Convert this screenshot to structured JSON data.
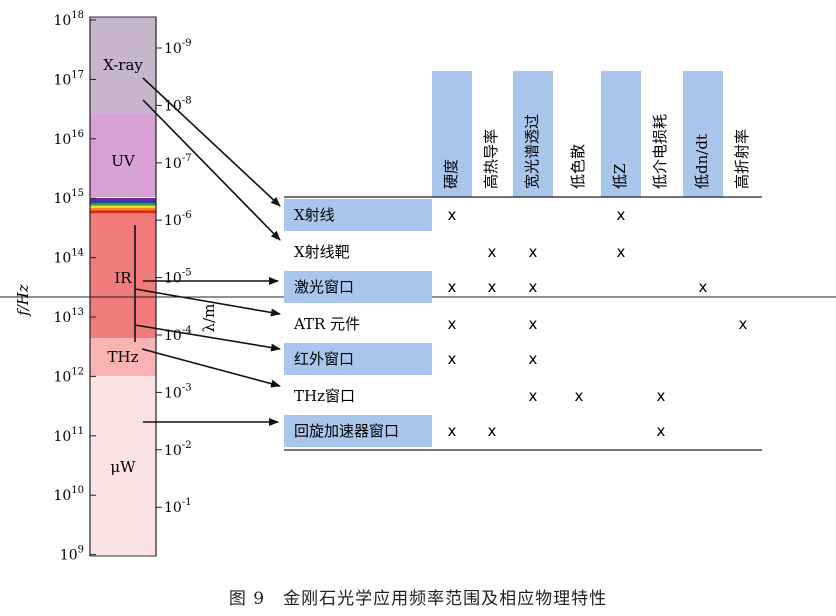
{
  "figure": {
    "caption": "图 9　金刚石光学应用频率范围及相应物理特性",
    "freq_axis_label": "f/Hz",
    "wavelength_axis_label": "λ/m"
  },
  "freq_ticks": [
    {
      "base": "10",
      "exp": "18"
    },
    {
      "base": "10",
      "exp": "17"
    },
    {
      "base": "10",
      "exp": "16"
    },
    {
      "base": "10",
      "exp": "15"
    },
    {
      "base": "10",
      "exp": "14"
    },
    {
      "base": "10",
      "exp": "13"
    },
    {
      "base": "10",
      "exp": "12"
    },
    {
      "base": "10",
      "exp": "11"
    },
    {
      "base": "10",
      "exp": "10"
    },
    {
      "base": "10",
      "exp": "9"
    }
  ],
  "wavelength_ticks": [
    {
      "base": "10",
      "exp": "-9"
    },
    {
      "base": "10",
      "exp": "-8"
    },
    {
      "base": "10",
      "exp": "-7"
    },
    {
      "base": "10",
      "exp": "-6"
    },
    {
      "base": "10",
      "exp": "-5"
    },
    {
      "base": "10",
      "exp": "-4"
    },
    {
      "base": "10",
      "exp": "-3"
    },
    {
      "base": "10",
      "exp": "-2"
    },
    {
      "base": "10",
      "exp": "-1"
    }
  ],
  "bands": [
    {
      "label": "X-ray",
      "color": "#c7b5cc"
    },
    {
      "label": "UV",
      "color": "#d9a2d4"
    },
    {
      "label": "IR",
      "color": "#f27c7c"
    },
    {
      "label": "THz",
      "color": "#f9b3b3"
    },
    {
      "label": "μW",
      "color": "#fbe3e3"
    }
  ],
  "visible_stripes": [
    "#6a2d8f",
    "#2b3fa8",
    "#2f9a3c",
    "#e8de2a",
    "#ee8a22",
    "#e0201f"
  ],
  "property_columns": [
    {
      "label": "硬度",
      "highlight": true
    },
    {
      "label": "高热导率",
      "highlight": false
    },
    {
      "label": "宽光谱透过",
      "highlight": true
    },
    {
      "label": "低色散",
      "highlight": false
    },
    {
      "label": "低Z",
      "highlight": true
    },
    {
      "label": "低介电损耗",
      "highlight": false
    },
    {
      "label": "低dn/dt",
      "highlight": true
    },
    {
      "label": "高折射率",
      "highlight": false
    }
  ],
  "applications": [
    {
      "label": "X射线",
      "highlight": true,
      "marks": [
        true,
        false,
        false,
        false,
        true,
        false,
        false,
        false
      ]
    },
    {
      "label": "X射线靶",
      "highlight": false,
      "marks": [
        false,
        true,
        true,
        false,
        true,
        false,
        false,
        false
      ]
    },
    {
      "label": "激光窗口",
      "highlight": true,
      "marks": [
        true,
        true,
        true,
        false,
        false,
        false,
        true,
        false
      ]
    },
    {
      "label": "ATR 元件",
      "highlight": false,
      "marks": [
        true,
        false,
        true,
        false,
        false,
        false,
        false,
        true
      ]
    },
    {
      "label": "红外窗口",
      "highlight": true,
      "marks": [
        true,
        false,
        true,
        false,
        false,
        false,
        false,
        false
      ]
    },
    {
      "label": "THz窗口",
      "highlight": false,
      "marks": [
        false,
        false,
        true,
        true,
        false,
        true,
        false,
        false
      ]
    },
    {
      "label": "回旋加速器窗口",
      "highlight": true,
      "marks": [
        true,
        true,
        false,
        false,
        false,
        true,
        false,
        false
      ]
    }
  ],
  "mark_symbol": "x",
  "colors": {
    "highlight": "#a9c6ec",
    "line": "#222222"
  }
}
